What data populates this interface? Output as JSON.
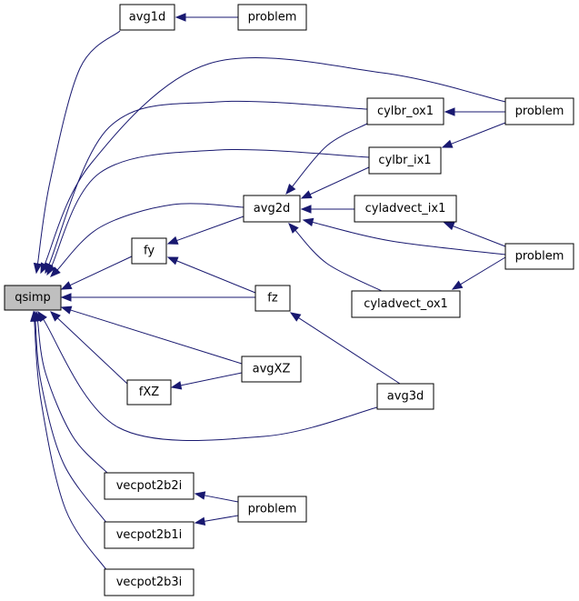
{
  "graph": {
    "colors": {
      "edge": "#191970",
      "node_fill": "#ffffff",
      "root_fill": "#bfbfbf",
      "node_border": "#000000"
    },
    "nodes": [
      {
        "id": "qsimp",
        "label": "qsimp",
        "root": true
      },
      {
        "id": "avg1d",
        "label": "avg1d"
      },
      {
        "id": "problem_a",
        "label": "problem"
      },
      {
        "id": "problem_b",
        "label": "problem"
      },
      {
        "id": "cylbr_ox1",
        "label": "cylbr_ox1"
      },
      {
        "id": "cylbr_ix1",
        "label": "cylbr_ix1"
      },
      {
        "id": "avg2d",
        "label": "avg2d"
      },
      {
        "id": "cyladvect_ix1",
        "label": "cyladvect_ix1"
      },
      {
        "id": "problem_c",
        "label": "problem"
      },
      {
        "id": "fy",
        "label": "fy"
      },
      {
        "id": "fz",
        "label": "fz"
      },
      {
        "id": "cyladvect_ox1",
        "label": "cyladvect_ox1"
      },
      {
        "id": "avgXZ",
        "label": "avgXZ"
      },
      {
        "id": "fXZ",
        "label": "fXZ"
      },
      {
        "id": "avg3d",
        "label": "avg3d"
      },
      {
        "id": "vecpot2b2i",
        "label": "vecpot2b2i"
      },
      {
        "id": "problem_d",
        "label": "problem"
      },
      {
        "id": "vecpot2b1i",
        "label": "vecpot2b1i"
      },
      {
        "id": "vecpot2b3i",
        "label": "vecpot2b3i"
      }
    ],
    "edges": [
      {
        "from": "problem_a",
        "to": "avg1d"
      },
      {
        "from": "avg1d",
        "to": "qsimp"
      },
      {
        "from": "problem_b",
        "to": "qsimp"
      },
      {
        "from": "problem_b",
        "to": "cylbr_ox1"
      },
      {
        "from": "problem_b",
        "to": "cylbr_ix1"
      },
      {
        "from": "cylbr_ox1",
        "to": "qsimp"
      },
      {
        "from": "cylbr_ox1",
        "to": "avg2d"
      },
      {
        "from": "cylbr_ix1",
        "to": "qsimp"
      },
      {
        "from": "cylbr_ix1",
        "to": "avg2d"
      },
      {
        "from": "avg2d",
        "to": "qsimp"
      },
      {
        "from": "avg2d",
        "to": "fy"
      },
      {
        "from": "cyladvect_ix1",
        "to": "avg2d"
      },
      {
        "from": "problem_c",
        "to": "cyladvect_ix1"
      },
      {
        "from": "problem_c",
        "to": "avg2d"
      },
      {
        "from": "problem_c",
        "to": "cyladvect_ox1"
      },
      {
        "from": "cyladvect_ox1",
        "to": "avg2d"
      },
      {
        "from": "fy",
        "to": "qsimp"
      },
      {
        "from": "fz",
        "to": "qsimp"
      },
      {
        "from": "fz",
        "to": "fy"
      },
      {
        "from": "avg3d",
        "to": "fz"
      },
      {
        "from": "avg3d",
        "to": "qsimp"
      },
      {
        "from": "avgXZ",
        "to": "qsimp"
      },
      {
        "from": "avgXZ",
        "to": "fXZ"
      },
      {
        "from": "fXZ",
        "to": "qsimp"
      },
      {
        "from": "vecpot2b2i",
        "to": "qsimp"
      },
      {
        "from": "problem_d",
        "to": "vecpot2b2i"
      },
      {
        "from": "problem_d",
        "to": "vecpot2b1i"
      },
      {
        "from": "vecpot2b1i",
        "to": "qsimp"
      },
      {
        "from": "vecpot2b3i",
        "to": "qsimp"
      }
    ]
  }
}
